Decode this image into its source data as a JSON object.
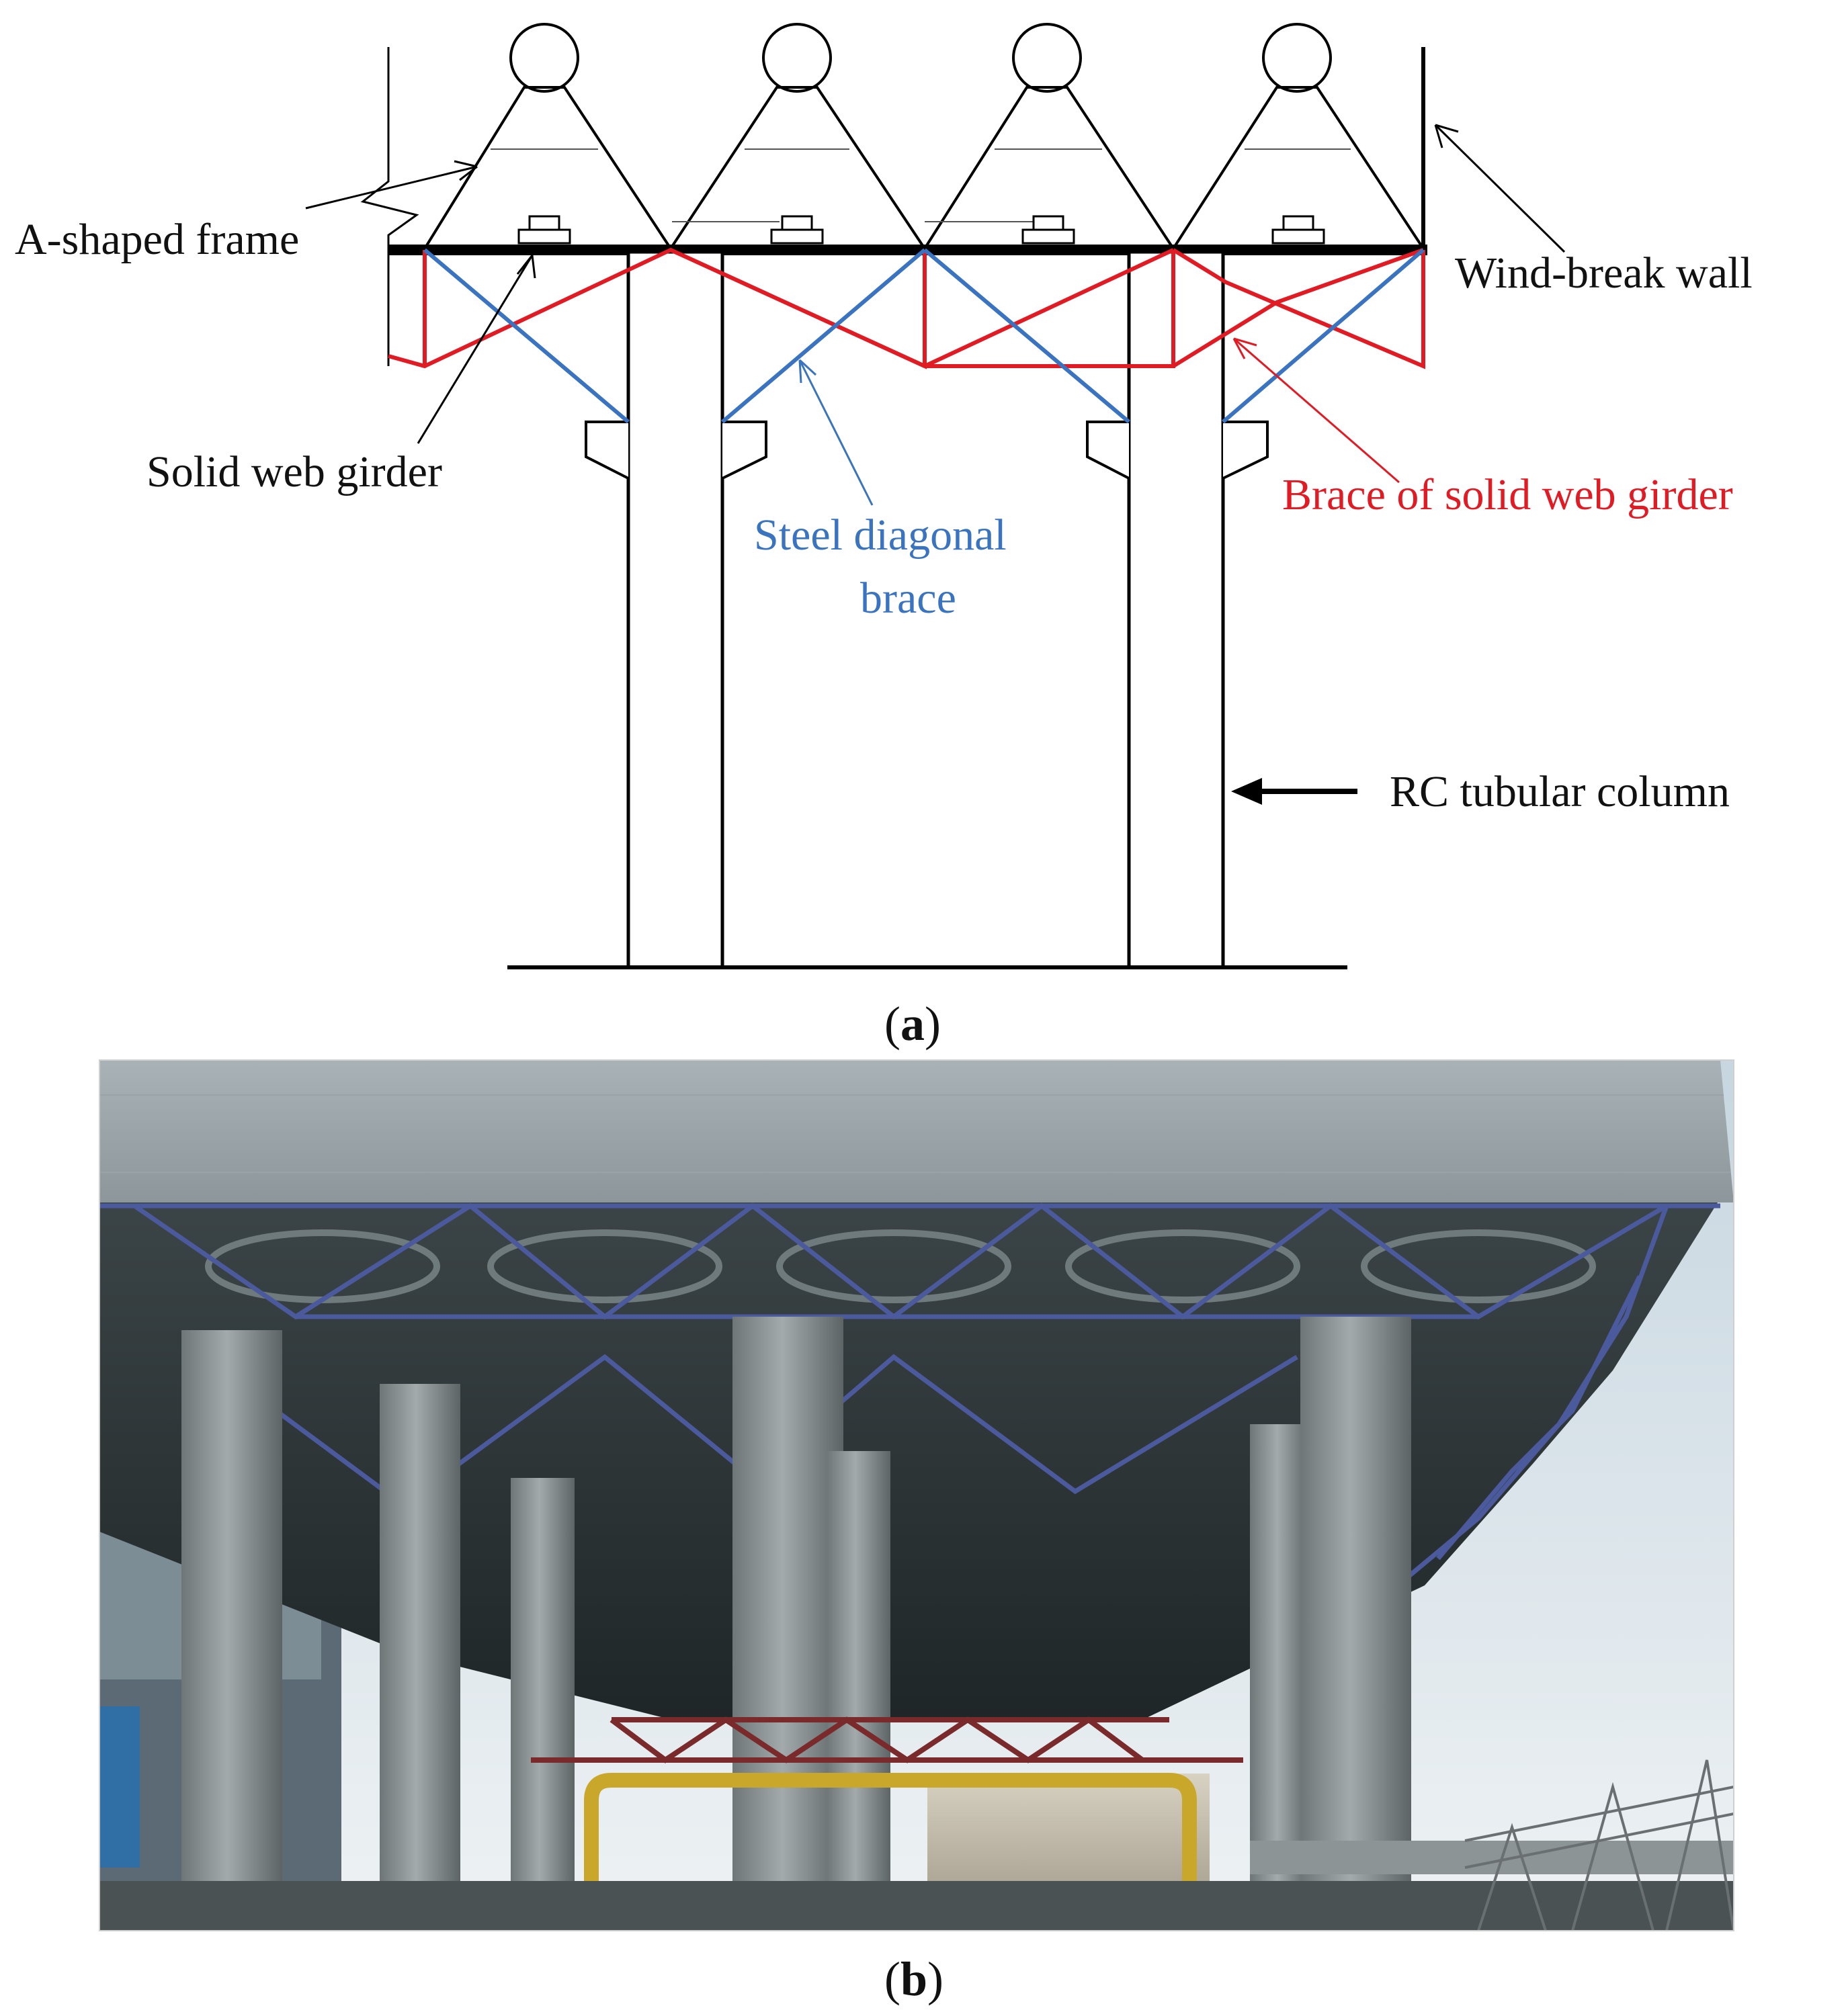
{
  "panel_a": {
    "tag_open": "(",
    "tag_letter": "a",
    "tag_close": ")",
    "labels": {
      "a_shaped_frame": "A-shaped frame",
      "wind_break_wall": "Wind-break wall",
      "solid_web_girder": "Solid web girder",
      "steel_diagonal_brace_line1": "Steel diagonal",
      "steel_diagonal_brace_line2": "brace",
      "brace_of_solid_web_girder": "Brace of solid web girder",
      "rc_tubular_column": "RC tubular column"
    },
    "colors": {
      "structure": "#000000",
      "steel_diagonal_brace": "#3a74c0",
      "brace_of_solid_web_girder": "#e01b24"
    }
  },
  "panel_b": {
    "tag_open": "(",
    "tag_letter": "b",
    "tag_close": ")",
    "photo_subject": "air-cooled condenser platform supported by RC tubular columns with steel bracing",
    "colors": {
      "cladding": "#9aa4a8",
      "sky": "#d9e4ea",
      "column": "#8b9294",
      "underside": "#2c3436",
      "truss_blue": "#4a5a9c",
      "truss_red": "#7a2a2a",
      "pipe_yellow": "#c9a72a"
    }
  }
}
